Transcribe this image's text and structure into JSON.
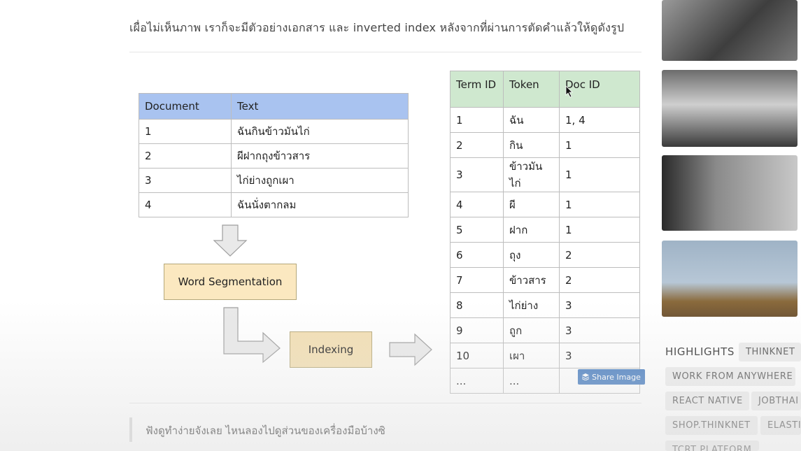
{
  "intro_text": "เผื่อไม่เห็นภาพ เราก็จะมีตัวอย่างเอกสาร และ inverted index หลังจากที่ผ่านการตัดคำแล้วให้ดูดังรูป",
  "document_table": {
    "headers": [
      "Document",
      "Text"
    ],
    "rows": [
      [
        "1",
        "ฉันกินข้าวมันไก่"
      ],
      [
        "2",
        "ผีฝากถุงข้าวสาร"
      ],
      [
        "3",
        "ไก่ย่างถูกเผา"
      ],
      [
        "4",
        "ฉันนั่งตากลม"
      ]
    ],
    "header_color": "#a9c3f0"
  },
  "flow": {
    "segmentation_label": "Word Segmentation",
    "indexing_label": "Indexing"
  },
  "index_table": {
    "headers": [
      "Term ID",
      "Token",
      "Doc ID"
    ],
    "rows": [
      [
        "1",
        "ฉัน",
        "1, 4"
      ],
      [
        "2",
        "กิน",
        "1"
      ],
      [
        "3",
        "ข้าวมันไก่",
        "1"
      ],
      [
        "4",
        "ผี",
        "1"
      ],
      [
        "5",
        "ฝาก",
        "1"
      ],
      [
        "6",
        "ถุง",
        "2"
      ],
      [
        "7",
        "ข้าวสาร",
        "2"
      ],
      [
        "8",
        "ไก่ย่าง",
        "3"
      ],
      [
        "9",
        "ถูก",
        "3"
      ],
      [
        "10",
        "เผา",
        "3"
      ],
      [
        "...",
        "...",
        ""
      ]
    ],
    "header_color": "#cfe8cf"
  },
  "share_button_label": "Share Image",
  "quote_text": "ฟังดูทำง่ายจังเลย ไหนลองไปดูส่วนของเครื่องมือบ้างซิ",
  "highlights": {
    "label": "HIGHLIGHTS :",
    "tags": [
      "THINKNET",
      "WORK FROM ANYWHERE",
      "REACT NATIVE",
      "JOBTHAI",
      "SHOP.THINKNET",
      "ELASTI",
      "TCRT PLATFORM"
    ]
  }
}
